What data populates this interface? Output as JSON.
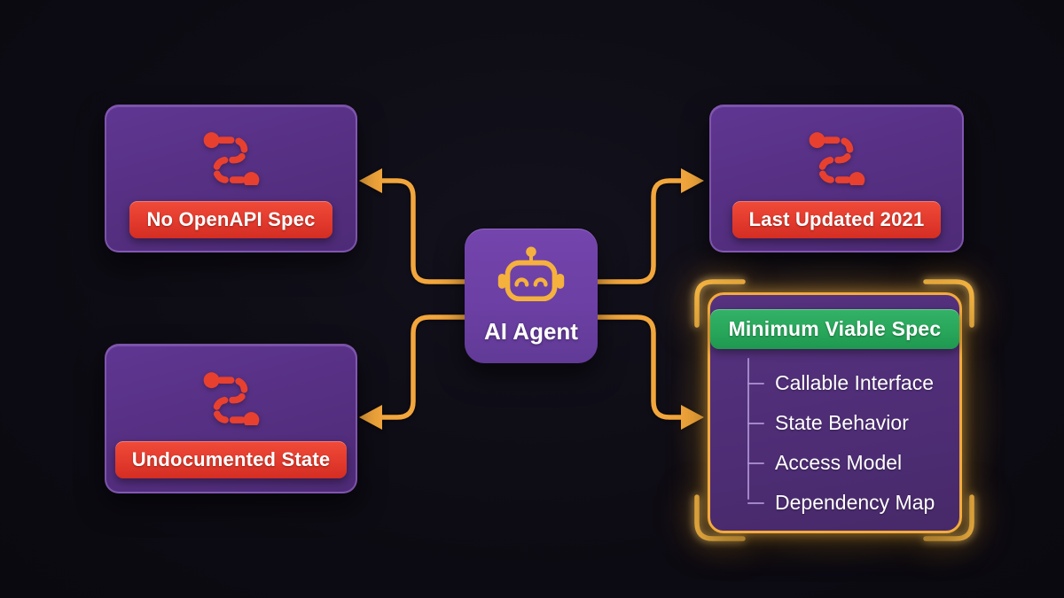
{
  "center": {
    "label": "AI Agent",
    "icon": "robot-icon"
  },
  "nodes": {
    "top_left": {
      "label": "No OpenAPI Spec",
      "icon": "route-icon",
      "badge_color": "#e6392d"
    },
    "top_right": {
      "label": "Last Updated 2021",
      "icon": "route-icon",
      "badge_color": "#e6392d"
    },
    "bottom_left": {
      "label": "Undocumented State",
      "icon": "route-icon",
      "badge_color": "#e6392d"
    },
    "bottom_right": {
      "label": "Minimum Viable Spec",
      "badge_color": "#28a75b",
      "highlighted": true,
      "items": [
        "Callable Interface",
        "State Behavior",
        "Access Model",
        "Dependency Map"
      ]
    }
  },
  "colors": {
    "background": "#0d0b13",
    "node_purple": "#5a3287",
    "center_purple": "#6b3fa3",
    "highlight_purple": "#4e2d75",
    "accent_orange": "#f2a63c",
    "badge_red": "#e6392d",
    "badge_green": "#28a75b",
    "tree_line": "#b096d7",
    "icon_red": "#e8402f",
    "icon_yellow": "#f5b13d"
  }
}
